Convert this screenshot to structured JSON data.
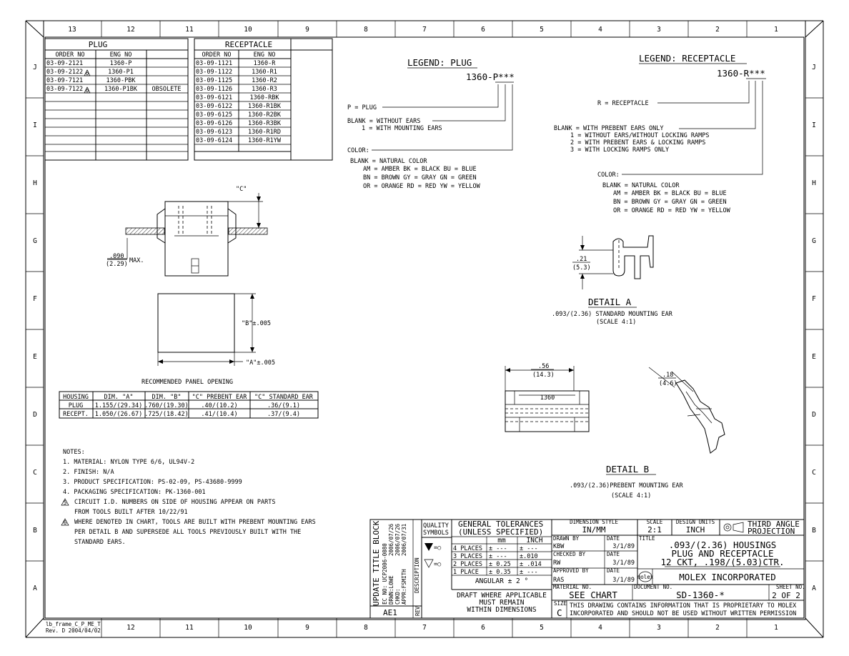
{
  "frame": {
    "zones_top": [
      "13",
      "12",
      "11",
      "10",
      "9",
      "8",
      "7",
      "6",
      "5",
      "4",
      "3",
      "2",
      "1"
    ],
    "zones_bottom": [
      "12",
      "11",
      "10",
      "9",
      "8",
      "7",
      "6",
      "5",
      "4",
      "3",
      "2",
      "1"
    ],
    "rows": [
      "J",
      "I",
      "H",
      "G",
      "F",
      "E",
      "D",
      "C",
      "B",
      "A"
    ],
    "frame_label": "lb_frame_C_P_ME_T",
    "frame_rev": "Rev. D 2004/04/02"
  },
  "plug_table": {
    "title": "PLUG",
    "headers": [
      "ORDER NO",
      "ENG NO"
    ],
    "rows": [
      {
        "order": "03-09-2121",
        "eng": "1360-P",
        "note": "",
        "flag": ""
      },
      {
        "order": "03-09-2122",
        "eng": "1360-P1",
        "note": "",
        "flag": "6"
      },
      {
        "order": "03-09-7121",
        "eng": "1360-PBK",
        "note": "",
        "flag": ""
      },
      {
        "order": "03-09-7122",
        "eng": "1360-P1BK",
        "note": "OBSOLETE",
        "flag": "6"
      }
    ]
  },
  "receptacle_table": {
    "title": "RECEPTACLE",
    "headers": [
      "ORDER NO",
      "ENG NO"
    ],
    "rows": [
      {
        "order": "03-09-1121",
        "eng": "1360-R"
      },
      {
        "order": "03-09-1122",
        "eng": "1360-R1"
      },
      {
        "order": "03-09-1125",
        "eng": "1360-R2"
      },
      {
        "order": "03-09-1126",
        "eng": "1360-R3"
      },
      {
        "order": "03-09-6121",
        "eng": "1360-RBK"
      },
      {
        "order": "03-09-6122",
        "eng": "1360-R1BK"
      },
      {
        "order": "03-09-6125",
        "eng": "1360-R2BK"
      },
      {
        "order": "03-09-6126",
        "eng": "1360-R3BK"
      },
      {
        "order": "03-09-6123",
        "eng": "1360-R1RD"
      },
      {
        "order": "03-09-6124",
        "eng": "1360-R1YW"
      }
    ]
  },
  "legend_plug": {
    "title": "LEGEND: PLUG",
    "code": "1360-P***",
    "p_line": "P = PLUG",
    "blank1": "BLANK = WITHOUT EARS",
    "blank2": "1 = WITH MOUNTING EARS",
    "color_label": "COLOR:",
    "c1": "BLANK = NATURAL COLOR",
    "c2": "AM = AMBER   BK = BLACK  BU = BLUE",
    "c3": "BN = BROWN   GY = GRAY   GN = GREEN",
    "c4": "OR = ORANGE  RD = RED    YW = YELLOW"
  },
  "legend_receptacle": {
    "title": "LEGEND: RECEPTACLE",
    "code": "1360-R***",
    "r_line": "R = RECEPTACLE",
    "b1": "BLANK = WITH PREBENT EARS ONLY",
    "b2": "1 = WITHOUT EARS/WITHOUT LOCKING RAMPS",
    "b3": "2 = WITH PREBENT EARS & LOCKING RAMPS",
    "b4": "3 = WITH LOCKING RAMPS ONLY",
    "color_label": "COLOR:",
    "c1": "BLANK = NATURAL COLOR",
    "c2": "AM = AMBER   BK = BLACK  BU = BLUE",
    "c3": "BN = BROWN   GY = GRAY   GN = GREEN",
    "c4": "OR = ORANGE  RD = RED    YW = YELLOW"
  },
  "assembly_view": {
    "c_label": "\"C\"",
    "dim_top": ".090",
    "dim_bottom": "(2.29)",
    "dim_suffix": "MAX."
  },
  "panel_view": {
    "b_label": "\"B\"±.005",
    "a_label": "\"A\"±.005",
    "caption": "RECOMMENDED PANEL OPENING"
  },
  "dim_table": {
    "headers": [
      "HOUSING",
      "DIM. \"A\"",
      "DIM. \"B\"",
      "\"C\" PREBENT EAR",
      "\"C\" STANDARD EAR"
    ],
    "rows": [
      [
        "PLUG",
        "1.155/(29.34)",
        ".760/(19.30)",
        ".40/(10.2)",
        ".36/(9.1)"
      ],
      [
        "RECEPT.",
        "1.050/(26.67)",
        ".725/(18.42)",
        ".41/(10.4)",
        ".37/(9.4)"
      ]
    ]
  },
  "notes": {
    "title": "NOTES:",
    "items": [
      "1. MATERIAL: NYLON TYPE 6/6, UL94V-2",
      "2. FINISH: N/A",
      "3. PRODUCT SPECIFICATION: PS-02-09, PS-43680-9999",
      "4. PACKAGING SPECIFICATION: PK-1360-001",
      "CIRCUIT I.D. NUMBERS ON SIDE OF HOUSING APPEAR ON PARTS",
      "FROM TOOLS BUILT AFTER 10/22/91",
      "WHERE DENOTED IN CHART, TOOLS ARE BUILT WITH PREBENT MOUNTING EARS",
      "PER DETAIL B AND SUPERSEDE ALL TOOLS PREVIOUSLY BUILT WITH THE",
      "STANDARD EARS."
    ],
    "flag5": "5",
    "flag6": "6"
  },
  "detail_a": {
    "dim_top": ".21",
    "dim_bottom": "(5.3)",
    "title": "DETAIL A",
    "desc": ".093/(2.36) STANDARD MOUNTING EAR",
    "scale": "(SCALE 4:1)"
  },
  "detail_b": {
    "dim_top": ".18",
    "dim_bottom": "(4.6)",
    "title": "DETAIL B",
    "desc": ".093/(2.36)PREBENT MOUNTING EAR",
    "scale": "(SCALE 4:1)"
  },
  "top_view": {
    "dim_top": ".56",
    "dim_bottom": "(14.3)",
    "part_label": "1360"
  },
  "title_block": {
    "update_label": "UPDATE TITLE BLOCK",
    "ec_no": "EC NO: UCP2006-0080",
    "drwn": "DRWN:LOWE",
    "chkd": "CHKD:",
    "apprd": "APPR:FSMITH",
    "dates": [
      "2006/07/26",
      "2006/07/26",
      "2006/07/31"
    ],
    "description_label": "DESCRIPTION",
    "rev_code": "AE1",
    "rev_label": "REV",
    "quality1": "QUALITY",
    "quality2": "SYMBOLS",
    "tol1": "GENERAL TOLERANCES",
    "tol2": "(UNLESS SPECIFIED)",
    "tol_mm": "mm",
    "tol_inch": "INCH",
    "tol_rows": [
      [
        "4 PLACES",
        "± ---",
        "± ---"
      ],
      [
        "3 PLACES",
        "± ---",
        "±.010"
      ],
      [
        "2 PLACES",
        "± 0.25",
        "± .014"
      ],
      [
        "1 PLACE",
        "± 0.35",
        "± ---"
      ]
    ],
    "angular": "ANGULAR ± 2 °",
    "draft1": "DRAFT WHERE APPLICABLE",
    "draft2": "MUST REMAIN",
    "draft3": "WITHIN DIMENSIONS",
    "dim_style_label": "DIMENSION STYLE",
    "dim_style": "IN/MM",
    "scale_label": "SCALE",
    "scale": "2:1",
    "units_label": "DESIGN UNITS",
    "units": "INCH",
    "projection1": "THIRD ANGLE",
    "projection2": "PROJECTION",
    "drawn_by_label": "DRAWN BY",
    "drawn_by": "KBW",
    "checked_by_label": "CHECKED BY",
    "checked_by": "RW",
    "approved_by_label": "APPROVED BY",
    "approved_by": "RAS",
    "date_label": "DATE",
    "date": "3/1/89",
    "title_label": "TITLE",
    "title1": ".093/(2.36) HOUSINGS",
    "title2": "PLUG AND RECEPTACLE",
    "title3": "12 CKT, .198/(5.03)CTR.",
    "logo": "molex",
    "company": "MOLEX INCORPORATED",
    "material_label": "MATERIAL NO.",
    "material": "SEE CHART",
    "document_label": "DOCUMENT NO.",
    "document": "SD-1360-*",
    "sheet_label": "SHEET NO.",
    "sheet": "2 OF 2",
    "size_label": "SIZE",
    "size": "C",
    "prop1": "THIS DRAWING CONTAINS INFORMATION THAT IS PROPRIETARY TO MOLEX",
    "prop2": "INCORPORATED AND SHOULD NOT BE USED WITHOUT WRITTEN PERMISSION"
  }
}
